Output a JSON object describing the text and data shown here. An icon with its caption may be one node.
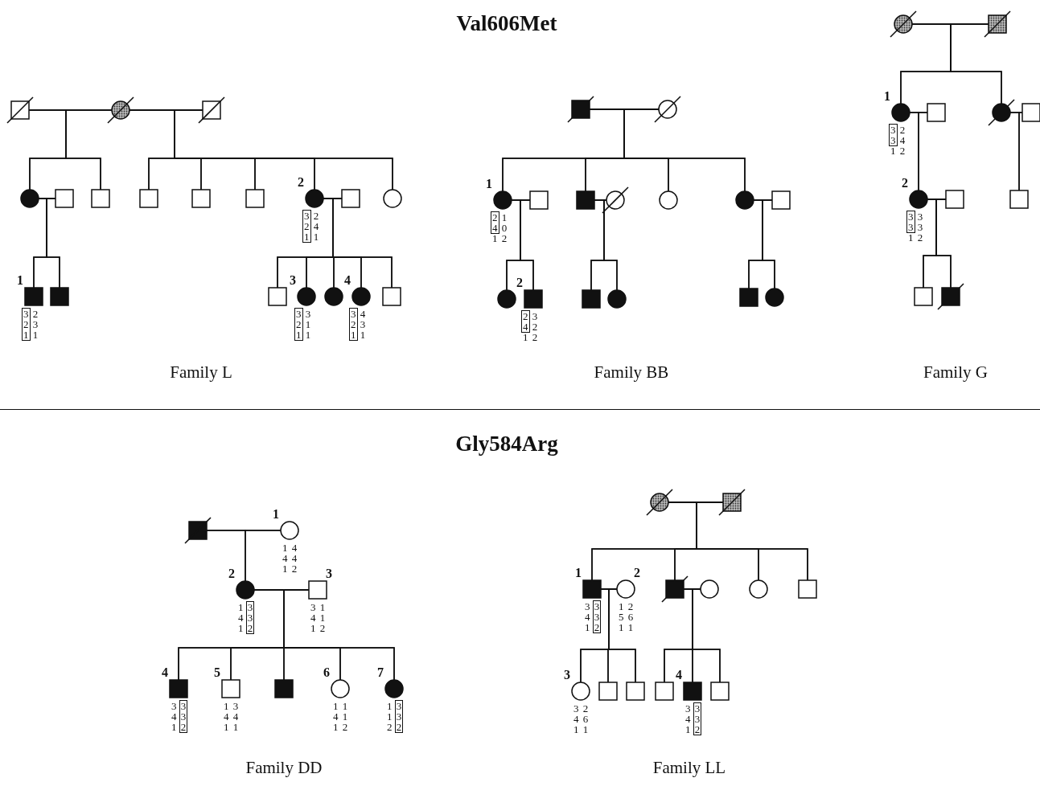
{
  "diagram": {
    "nodes": [
      {
        "text": [],
        "shape": "box"
      },
      {
        "text": [],
        "shape": "circle"
      },
      {
        "text": [],
        "shape": "box"
      },
      {
        "text": [],
        "shape": "circle"
      },
      {
        "text": [],
        "shape": "box"
      },
      {
        "text": [],
        "shape": "box"
      },
      {
        "text": [],
        "shape": "box"
      },
      {
        "text": [],
        "shape": "box"
      },
      {
        "text": [],
        "shape": "box"
      },
      {
        "text": [],
        "shape": "circle",
        "beside": [
          "2",
          "3 2",
          "2 4",
          "1 1"
        ]
      },
      {
        "text": [],
        "shape": "box"
      },
      {
        "text": [],
        "shape": "circle"
      },
      {
        "text": [],
        "shape": "box",
        "beside": [
          "1",
          "3 2",
          "2 3",
          "1 1"
        ]
      },
      {
        "text": [],
        "shape": "box"
      },
      {
        "text": [],
        "shape": "box"
      },
      {
        "text": [],
        "shape": "circle",
        "beside": [
          "3",
          "3 3",
          "2 1",
          "1 1"
        ]
      },
      {
        "text": [],
        "shape": "circle"
      },
      {
        "text": [],
        "shape": "circle",
        "beside": [
          "4",
          "3 4",
          "2 3",
          "1 1"
        ]
      },
      {
        "text": [],
        "shape": "box"
      },
      {
        "text": [],
        "shape": "box"
      },
      {
        "text": [],
        "shape": "circle"
      },
      {
        "text": [],
        "shape": "circle",
        "beside": [
          "1",
          "2 1",
          "4 0",
          "1 2"
        ]
      },
      {
        "text": [],
        "shape": "box"
      },
      {
        "text": [],
        "shape": "box"
      },
      {
        "text": [],
        "shape": "circle"
      },
      {
        "text": [],
        "shape": "circle"
      },
      {
        "text": [],
        "shape": "circle"
      },
      {
        "text": [],
        "shape": "box"
      },
      {
        "text": [],
        "shape": "circle"
      },
      {
        "text": [],
        "shape": "box",
        "beside": [
          "2",
          "2 3",
          "4 2",
          "1 2"
        ]
      },
      {
        "text": [],
        "shape": "box"
      },
      {
        "text": [],
        "shape": "circle"
      },
      {
        "text": [],
        "shape": "box"
      },
      {
        "text": [],
        "shape": "circle"
      },
      {
        "text": [],
        "shape": "circle"
      },
      {
        "text": [],
        "shape": "box"
      },
      {
        "text": [],
        "shape": "circle",
        "beside": [
          "1",
          "3 2",
          "3 4",
          "1 2"
        ]
      },
      {
        "text": [],
        "shape": "box"
      },
      {
        "text": [],
        "shape": "circle"
      },
      {
        "text": [],
        "shape": "box"
      },
      {
        "text": [],
        "shape": "circle",
        "beside": [
          "2",
          "3 3",
          "3 3",
          "1 2"
        ]
      },
      {
        "text": [],
        "shape": "box"
      },
      {
        "text": [],
        "shape": "box"
      },
      {
        "text": [],
        "shape": "box"
      },
      {
        "text": [],
        "shape": "box"
      },
      {
        "text": [],
        "shape": "box"
      },
      {
        "text": [],
        "shape": "circle",
        "beside": [
          "1",
          "1 4",
          "4 4",
          "1 2"
        ]
      },
      {
        "text": [],
        "shape": "circle",
        "beside": [
          "2",
          "1 3",
          "4 3",
          "1 2"
        ]
      },
      {
        "text": [],
        "shape": "box",
        "beside": [
          "3",
          "3 1",
          "4 1",
          "1 2"
        ]
      },
      {
        "text": [],
        "shape": "box",
        "beside": [
          "4",
          "3 3",
          "4 3",
          "1 2"
        ]
      },
      {
        "text": [],
        "shape": "box",
        "beside": [
          "5",
          "1 3",
          "4 4",
          "1 1"
        ]
      },
      {
        "text": [],
        "shape": "box"
      },
      {
        "text": [],
        "shape": "circle",
        "beside": [
          "6",
          "1 1",
          "4 1",
          "1 2"
        ]
      },
      {
        "text": [],
        "shape": "circle",
        "beside": [
          "7",
          "1 3",
          "1 3",
          "2 2"
        ]
      },
      {
        "text": [],
        "shape": "circle"
      },
      {
        "text": [],
        "shape": "box"
      },
      {
        "text": [],
        "shape": "box",
        "beside": [
          "1",
          "3 3",
          "4 3",
          "1 2"
        ]
      },
      {
        "text": [],
        "shape": "circle",
        "beside": [
          "2",
          "1 2",
          "5 6",
          "1 1"
        ]
      },
      {
        "text": [],
        "shape": "box"
      },
      {
        "text": [],
        "shape": "circle"
      },
      {
        "text": [],
        "shape": "circle"
      },
      {
        "text": [],
        "shape": "box"
      },
      {
        "text": [],
        "shape": "circle",
        "beside": [
          "3",
          "3 2",
          "4 6",
          "1 1"
        ]
      },
      {
        "text": [],
        "shape": "box"
      },
      {
        "text": [],
        "shape": "box"
      },
      {
        "text": [],
        "shape": "box"
      },
      {
        "text": [],
        "shape": "box",
        "beside": [
          "4",
          "3 3",
          "4 3",
          "1 2"
        ]
      },
      {
        "text": [],
        "shape": "box"
      }
    ],
    "edges": [
      {
        "from": 0,
        "to": 1,
        "arrow": "none"
      },
      {
        "from": 1,
        "to": 2,
        "arrow": "none"
      },
      {
        "from": 3,
        "to": 4,
        "arrow": "none"
      },
      {
        "from": 9,
        "to": 10,
        "arrow": "none"
      },
      {
        "from": 0,
        "to": 3,
        "arrow": "none"
      },
      {
        "from": 1,
        "to": 3,
        "arrow": "none"
      },
      {
        "from": 0,
        "to": 5,
        "arrow": "none"
      },
      {
        "from": 1,
        "to": 5,
        "arrow": "none"
      },
      {
        "from": 1,
        "to": 6,
        "arrow": "none"
      },
      {
        "from": 2,
        "to": 6,
        "arrow": "none"
      },
      {
        "from": 1,
        "to": 7,
        "arrow": "none"
      },
      {
        "from": 2,
        "to": 7,
        "arrow": "none"
      },
      {
        "from": 1,
        "to": 8,
        "arrow": "none"
      },
      {
        "from": 2,
        "to": 8,
        "arrow": "none"
      },
      {
        "from": 1,
        "to": 9,
        "arrow": "none"
      },
      {
        "from": 2,
        "to": 9,
        "arrow": "none"
      },
      {
        "from": 1,
        "to": 11,
        "arrow": "none"
      },
      {
        "from": 2,
        "to": 11,
        "arrow": "none"
      },
      {
        "from": 3,
        "to": 12,
        "arrow": "none"
      },
      {
        "from": 4,
        "to": 12,
        "arrow": "none"
      },
      {
        "from": 3,
        "to": 13,
        "arrow": "none"
      },
      {
        "from": 4,
        "to": 13,
        "arrow": "none"
      },
      {
        "from": 9,
        "to": 14,
        "arrow": "none"
      },
      {
        "from": 10,
        "to": 14,
        "arrow": "none"
      },
      {
        "from": 9,
        "to": 15,
        "arrow": "none"
      },
      {
        "from": 10,
        "to": 15,
        "arrow": "none"
      },
      {
        "from": 9,
        "to": 16,
        "arrow": "none"
      },
      {
        "from": 10,
        "to": 16,
        "arrow": "none"
      },
      {
        "from": 9,
        "to": 17,
        "arrow": "none"
      },
      {
        "from": 10,
        "to": 17,
        "arrow": "none"
      },
      {
        "from": 9,
        "to": 18,
        "arrow": "none"
      },
      {
        "from": 10,
        "to": 18,
        "arrow": "none"
      },
      {
        "from": 19,
        "to": 20,
        "arrow": "none"
      },
      {
        "from": 21,
        "to": 22,
        "arrow": "none"
      },
      {
        "from": 23,
        "to": 24,
        "arrow": "none"
      },
      {
        "from": 26,
        "to": 27,
        "arrow": "none"
      },
      {
        "from": 19,
        "to": 21,
        "arrow": "none"
      },
      {
        "from": 20,
        "to": 21,
        "arrow": "none"
      },
      {
        "from": 19,
        "to": 23,
        "arrow": "none"
      },
      {
        "from": 20,
        "to": 23,
        "arrow": "none"
      },
      {
        "from": 19,
        "to": 25,
        "arrow": "none"
      },
      {
        "from": 20,
        "to": 25,
        "arrow": "none"
      },
      {
        "from": 19,
        "to": 26,
        "arrow": "none"
      },
      {
        "from": 20,
        "to": 26,
        "arrow": "none"
      },
      {
        "from": 21,
        "to": 28,
        "arrow": "none"
      },
      {
        "from": 22,
        "to": 28,
        "arrow": "none"
      },
      {
        "from": 21,
        "to": 29,
        "arrow": "none"
      },
      {
        "from": 22,
        "to": 29,
        "arrow": "none"
      },
      {
        "from": 23,
        "to": 30,
        "arrow": "none"
      },
      {
        "from": 24,
        "to": 30,
        "arrow": "none"
      },
      {
        "from": 23,
        "to": 31,
        "arrow": "none"
      },
      {
        "from": 24,
        "to": 31,
        "arrow": "none"
      },
      {
        "from": 26,
        "to": 32,
        "arrow": "none"
      },
      {
        "from": 27,
        "to": 32,
        "arrow": "none"
      },
      {
        "from": 26,
        "to": 33,
        "arrow": "none"
      },
      {
        "from": 27,
        "to": 33,
        "arrow": "none"
      },
      {
        "from": 34,
        "to": 35,
        "arrow": "none"
      },
      {
        "from": 36,
        "to": 37,
        "arrow": "none"
      },
      {
        "from": 38,
        "to": 39,
        "arrow": "none"
      },
      {
        "from": 40,
        "to": 41,
        "arrow": "none"
      },
      {
        "from": 34,
        "to": 36,
        "arrow": "none"
      },
      {
        "from": 35,
        "to": 36,
        "arrow": "none"
      },
      {
        "from": 34,
        "to": 38,
        "arrow": "none"
      },
      {
        "from": 35,
        "to": 38,
        "arrow": "none"
      },
      {
        "from": 36,
        "to": 40,
        "arrow": "none"
      },
      {
        "from": 37,
        "to": 40,
        "arrow": "none"
      },
      {
        "from": 38,
        "to": 42,
        "arrow": "none"
      },
      {
        "from": 39,
        "to": 42,
        "arrow": "none"
      },
      {
        "from": 40,
        "to": 43,
        "arrow": "none"
      },
      {
        "from": 41,
        "to": 43,
        "arrow": "none"
      },
      {
        "from": 40,
        "to": 44,
        "arrow": "none"
      },
      {
        "from": 41,
        "to": 44,
        "arrow": "none"
      },
      {
        "from": 45,
        "to": 46,
        "arrow": "none"
      },
      {
        "from": 47,
        "to": 48,
        "arrow": "none"
      },
      {
        "from": 45,
        "to": 47,
        "arrow": "none"
      },
      {
        "from": 46,
        "to": 47,
        "arrow": "none"
      },
      {
        "from": 47,
        "to": 49,
        "arrow": "none"
      },
      {
        "from": 48,
        "to": 49,
        "arrow": "none"
      },
      {
        "from": 47,
        "to": 50,
        "arrow": "none"
      },
      {
        "from": 48,
        "to": 50,
        "arrow": "none"
      },
      {
        "from": 47,
        "to": 51,
        "arrow": "none"
      },
      {
        "from": 48,
        "to": 51,
        "arrow": "none"
      },
      {
        "from": 47,
        "to": 52,
        "arrow": "none"
      },
      {
        "from": 48,
        "to": 52,
        "arrow": "none"
      },
      {
        "from": 47,
        "to": 53,
        "arrow": "none"
      },
      {
        "from": 48,
        "to": 53,
        "arrow": "none"
      },
      {
        "from": 54,
        "to": 55,
        "arrow": "none"
      },
      {
        "from": 56,
        "to": 57,
        "arrow": "none"
      },
      {
        "from": 58,
        "to": 59,
        "arrow": "none"
      },
      {
        "from": 54,
        "to": 56,
        "arrow": "none"
      },
      {
        "from": 55,
        "to": 56,
        "arrow": "none"
      },
      {
        "from": 54,
        "to": 58,
        "arrow": "none"
      },
      {
        "from": 55,
        "to": 58,
        "arrow": "none"
      },
      {
        "from": 54,
        "to": 60,
        "arrow": "none"
      },
      {
        "from": 55,
        "to": 60,
        "arrow": "none"
      },
      {
        "from": 54,
        "to": 61,
        "arrow": "none"
      },
      {
        "from": 55,
        "to": 61,
        "arrow": "none"
      },
      {
        "from": 56,
        "to": 62,
        "arrow": "none"
      },
      {
        "from": 57,
        "to": 62,
        "arrow": "none"
      },
      {
        "from": 56,
        "to": 63,
        "arrow": "none"
      },
      {
        "from": 57,
        "to": 63,
        "arrow": "none"
      },
      {
        "from": 56,
        "to": 64,
        "arrow": "none"
      },
      {
        "from": 57,
        "to": 64,
        "arrow": "none"
      },
      {
        "from": 58,
        "to": 65,
        "arrow": "none"
      },
      {
        "from": 59,
        "to": 65,
        "arrow": "none"
      },
      {
        "from": 58,
        "to": 66,
        "arrow": "none"
      },
      {
        "from": 59,
        "to": 66,
        "arrow": "none"
      },
      {
        "from": 58,
        "to": 67,
        "arrow": "none"
      },
      {
        "from": 59,
        "to": 67,
        "arrow": "none"
      }
    ],
    "labels": [
      "Val606Met",
      "Family L",
      "Family BB",
      "Family G",
      "Gly584Arg",
      "Family DD",
      "Family LL"
    ]
  }
}
